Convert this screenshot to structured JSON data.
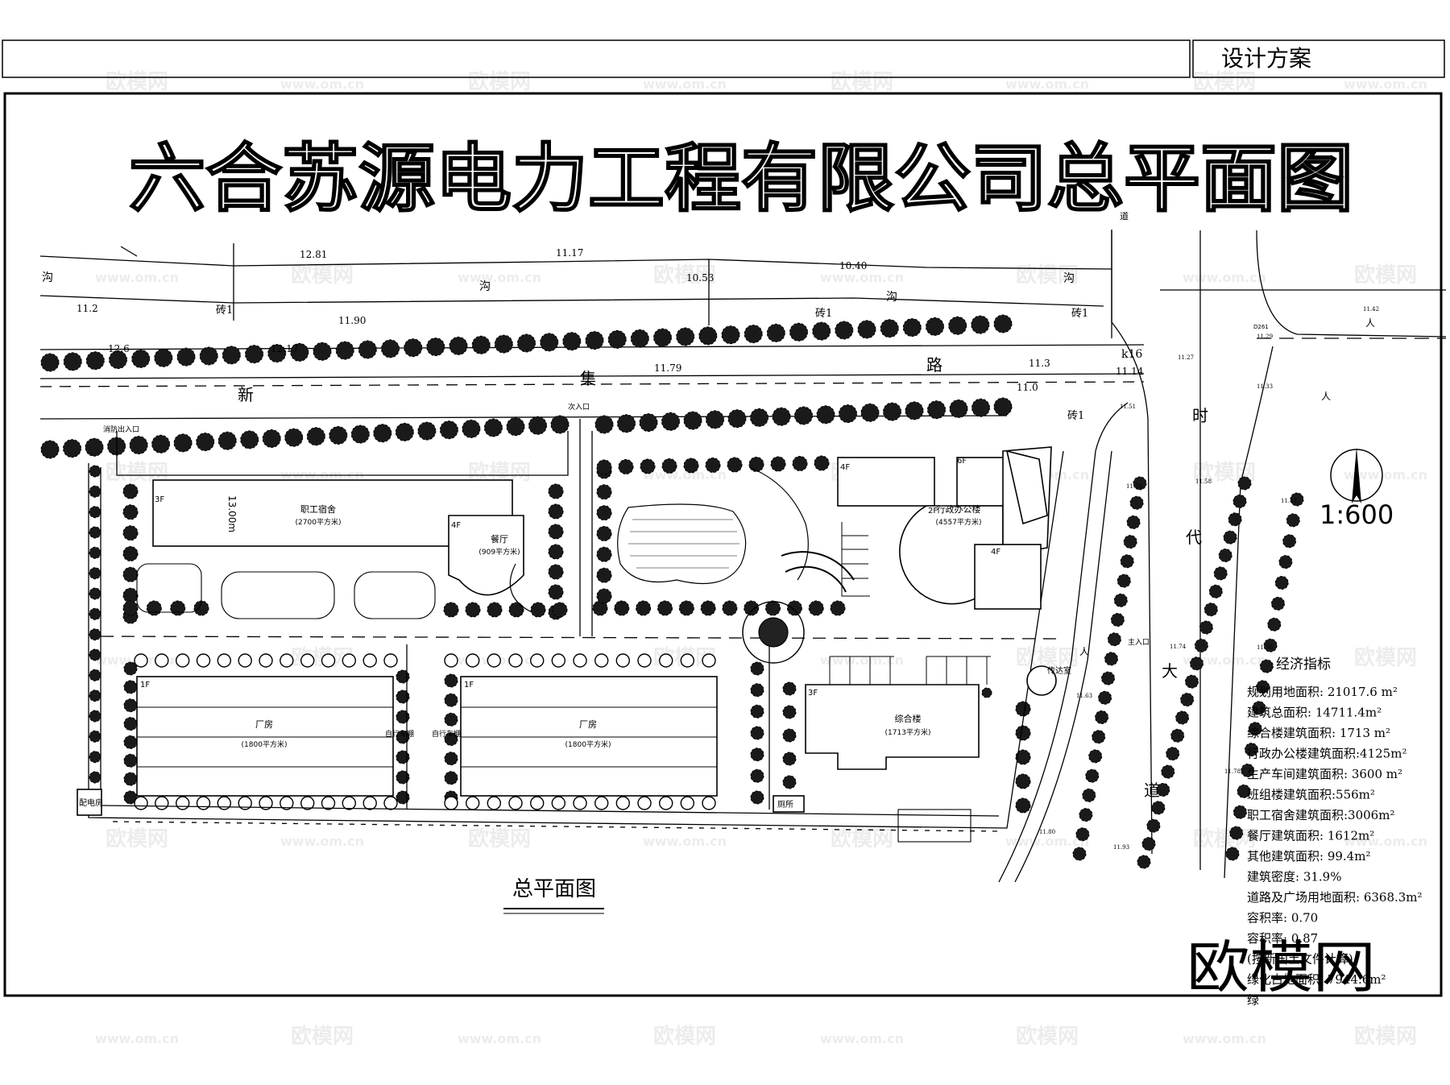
{
  "header": {
    "design_label": "设计方案"
  },
  "title": {
    "main": "六合苏源电力工程有限公司总平面图"
  },
  "drawing": {
    "caption": "总平面图",
    "scale": "1:600"
  },
  "roads": {
    "xinji_road": [
      "新",
      "集",
      "路"
    ],
    "shidai_avenue": [
      "时",
      "代",
      "大",
      "道"
    ],
    "ditch": "沟",
    "road_side": "人",
    "road_side_small": "道",
    "k16": "k16"
  },
  "elevations": {
    "e1": "12.81",
    "e2": "11.17",
    "e3": "10.40",
    "e4": "10.53",
    "e5": "11.2",
    "e6": "11.90",
    "e7": "12.6",
    "e8": "12.17",
    "e9": "11.79",
    "e10": "11.3",
    "e11": "11.14",
    "e12": "11.0",
    "e13": "11.50",
    "e14": "11.58",
    "e15": "11.74",
    "e16": "11.63",
    "e17": "11.93",
    "e18": "11.29",
    "e19": "11.33",
    "e20": "11.47",
    "e21": "11.56",
    "e22": "11.78",
    "e23": "11.80",
    "e24": "11.51",
    "e25": "11.27",
    "e26": "11.42"
  },
  "labels": {
    "brick1": "砖1",
    "fire_exit": "消防出入口",
    "secondary_entrance": "次入口",
    "main_entrance": "主入口",
    "dimension": "13.00m",
    "bike_shed": "自行车棚",
    "power_room": "配电房",
    "toilet": "厕所",
    "guard_room": "传达室",
    "code": "D261"
  },
  "buildings": {
    "dormitory": {
      "name": "职工宿舍",
      "area": "(2700平方米)",
      "floors": "3F"
    },
    "canteen": {
      "name": "餐厅",
      "area": "(909平方米)",
      "floors": "4F"
    },
    "office": {
      "name": "行政办公楼",
      "area": "(4557平方米)",
      "floors_a": "4F",
      "floors_b": "6F",
      "floors_c": "2F",
      "floors_d": "4F"
    },
    "factory_1": {
      "name": "厂房",
      "area": "(1800平方米)",
      "floors": "1F"
    },
    "factory_2": {
      "name": "厂房",
      "area": "(1800平方米)",
      "floors": "1F"
    },
    "complex": {
      "name": "综合楼",
      "area": "(1713平方米)",
      "floors": "3F"
    }
  },
  "economic_indicators": {
    "title": "经济指标",
    "items": [
      "规划用地面积: 21017.6 m²",
      "建筑总面积: 14711.4m²",
      "综合楼建筑面积: 1713 m²",
      "行政办公楼建筑面积:4125m²",
      "生产车间建筑面积: 3600 m²",
      "班组楼建筑面积:556m²",
      "职工宿舍建筑面积:3006m²",
      "餐厅建筑面积: 1612m²",
      "其他建筑面积: 99.4m²",
      "建筑密度: 31.9%",
      "道路及广场用地面积: 6368.3m²",
      "容积率: 0.70",
      "容积率: 0.87",
      "(按新国土文件计算)",
      "绿化占地面积: 7944.6m²",
      "绿"
    ]
  },
  "watermark": {
    "brand": "欧模网",
    "domain": "www.om.cn"
  }
}
